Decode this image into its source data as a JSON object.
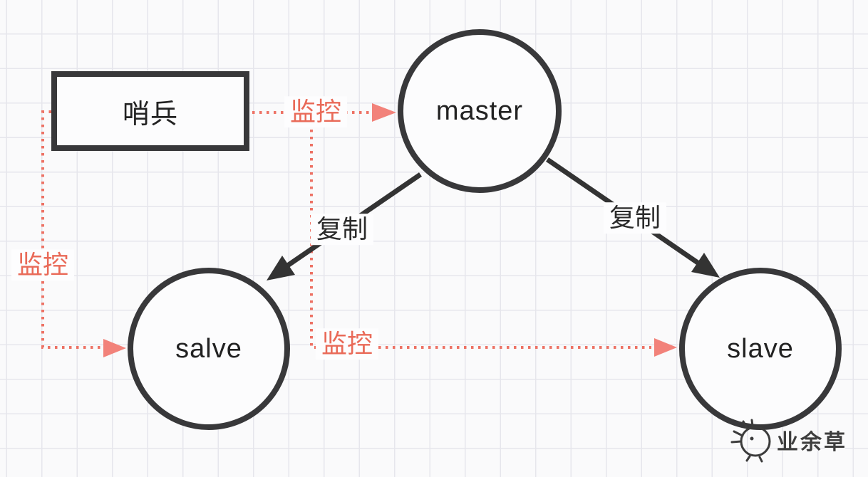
{
  "diagram": {
    "nodes": {
      "sentinel": {
        "label": "哨兵",
        "shape": "rectangle"
      },
      "master": {
        "label": "master",
        "shape": "circle"
      },
      "slave_left": {
        "label": "salve",
        "shape": "circle"
      },
      "slave_right": {
        "label": "slave",
        "shape": "circle"
      }
    },
    "edges": [
      {
        "from": "sentinel",
        "to": "master",
        "label": "监控",
        "style": "dotted-arrow",
        "color": "#ed7163"
      },
      {
        "from": "sentinel",
        "to": "slave_left",
        "label": "监控",
        "style": "dotted-arrow",
        "color": "#ed7163"
      },
      {
        "from": "sentinel",
        "to": "slave_right",
        "label": "监控",
        "style": "dotted-arrow",
        "color": "#ed7163"
      },
      {
        "from": "master",
        "to": "slave_left",
        "label": "复制",
        "style": "solid-arrow",
        "color": "#333333"
      },
      {
        "from": "master",
        "to": "slave_right",
        "label": "复制",
        "style": "solid-arrow",
        "color": "#333333"
      }
    ],
    "colors": {
      "monitor_line": "#ed7265",
      "monitor_arrow": "#f2827a",
      "monitor_text": "#e96a58",
      "replicate_line": "#333333",
      "node_stroke": "#38383a",
      "node_fill": "#fcfcfd",
      "grid_line": "#e6e6ec",
      "background": "#fafafb"
    },
    "watermark": {
      "text": "业余草"
    }
  }
}
